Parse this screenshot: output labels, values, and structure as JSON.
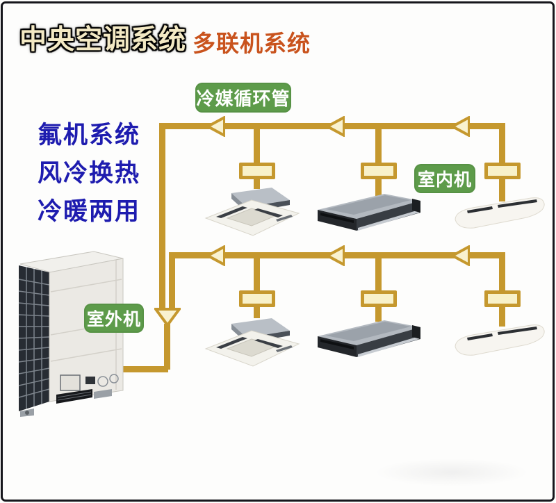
{
  "header": {
    "title": "中央空调系统",
    "subtitle": "多联机系统"
  },
  "labels": {
    "refrigerant_pipe": "冷媒循环管",
    "indoor_unit": "室内机",
    "outdoor_unit": "室外机"
  },
  "features": [
    "氟机系统",
    "风冷换热",
    "冷暖两用"
  ],
  "diagram": {
    "indoor_unit_types": [
      "cassette",
      "duct",
      "wall-mounted"
    ],
    "rows_of_indoor_units": 2,
    "colors": {
      "pipe_gold": "#c5982e",
      "valve_fill": "#f8f1c9",
      "arrow_fill": "#f9f2d0",
      "label_green": "#5d9b4a",
      "feature_blue": "#1e1caf",
      "title_cream": "#f3e9c4",
      "subtitle_orange": "#c9531d"
    }
  }
}
